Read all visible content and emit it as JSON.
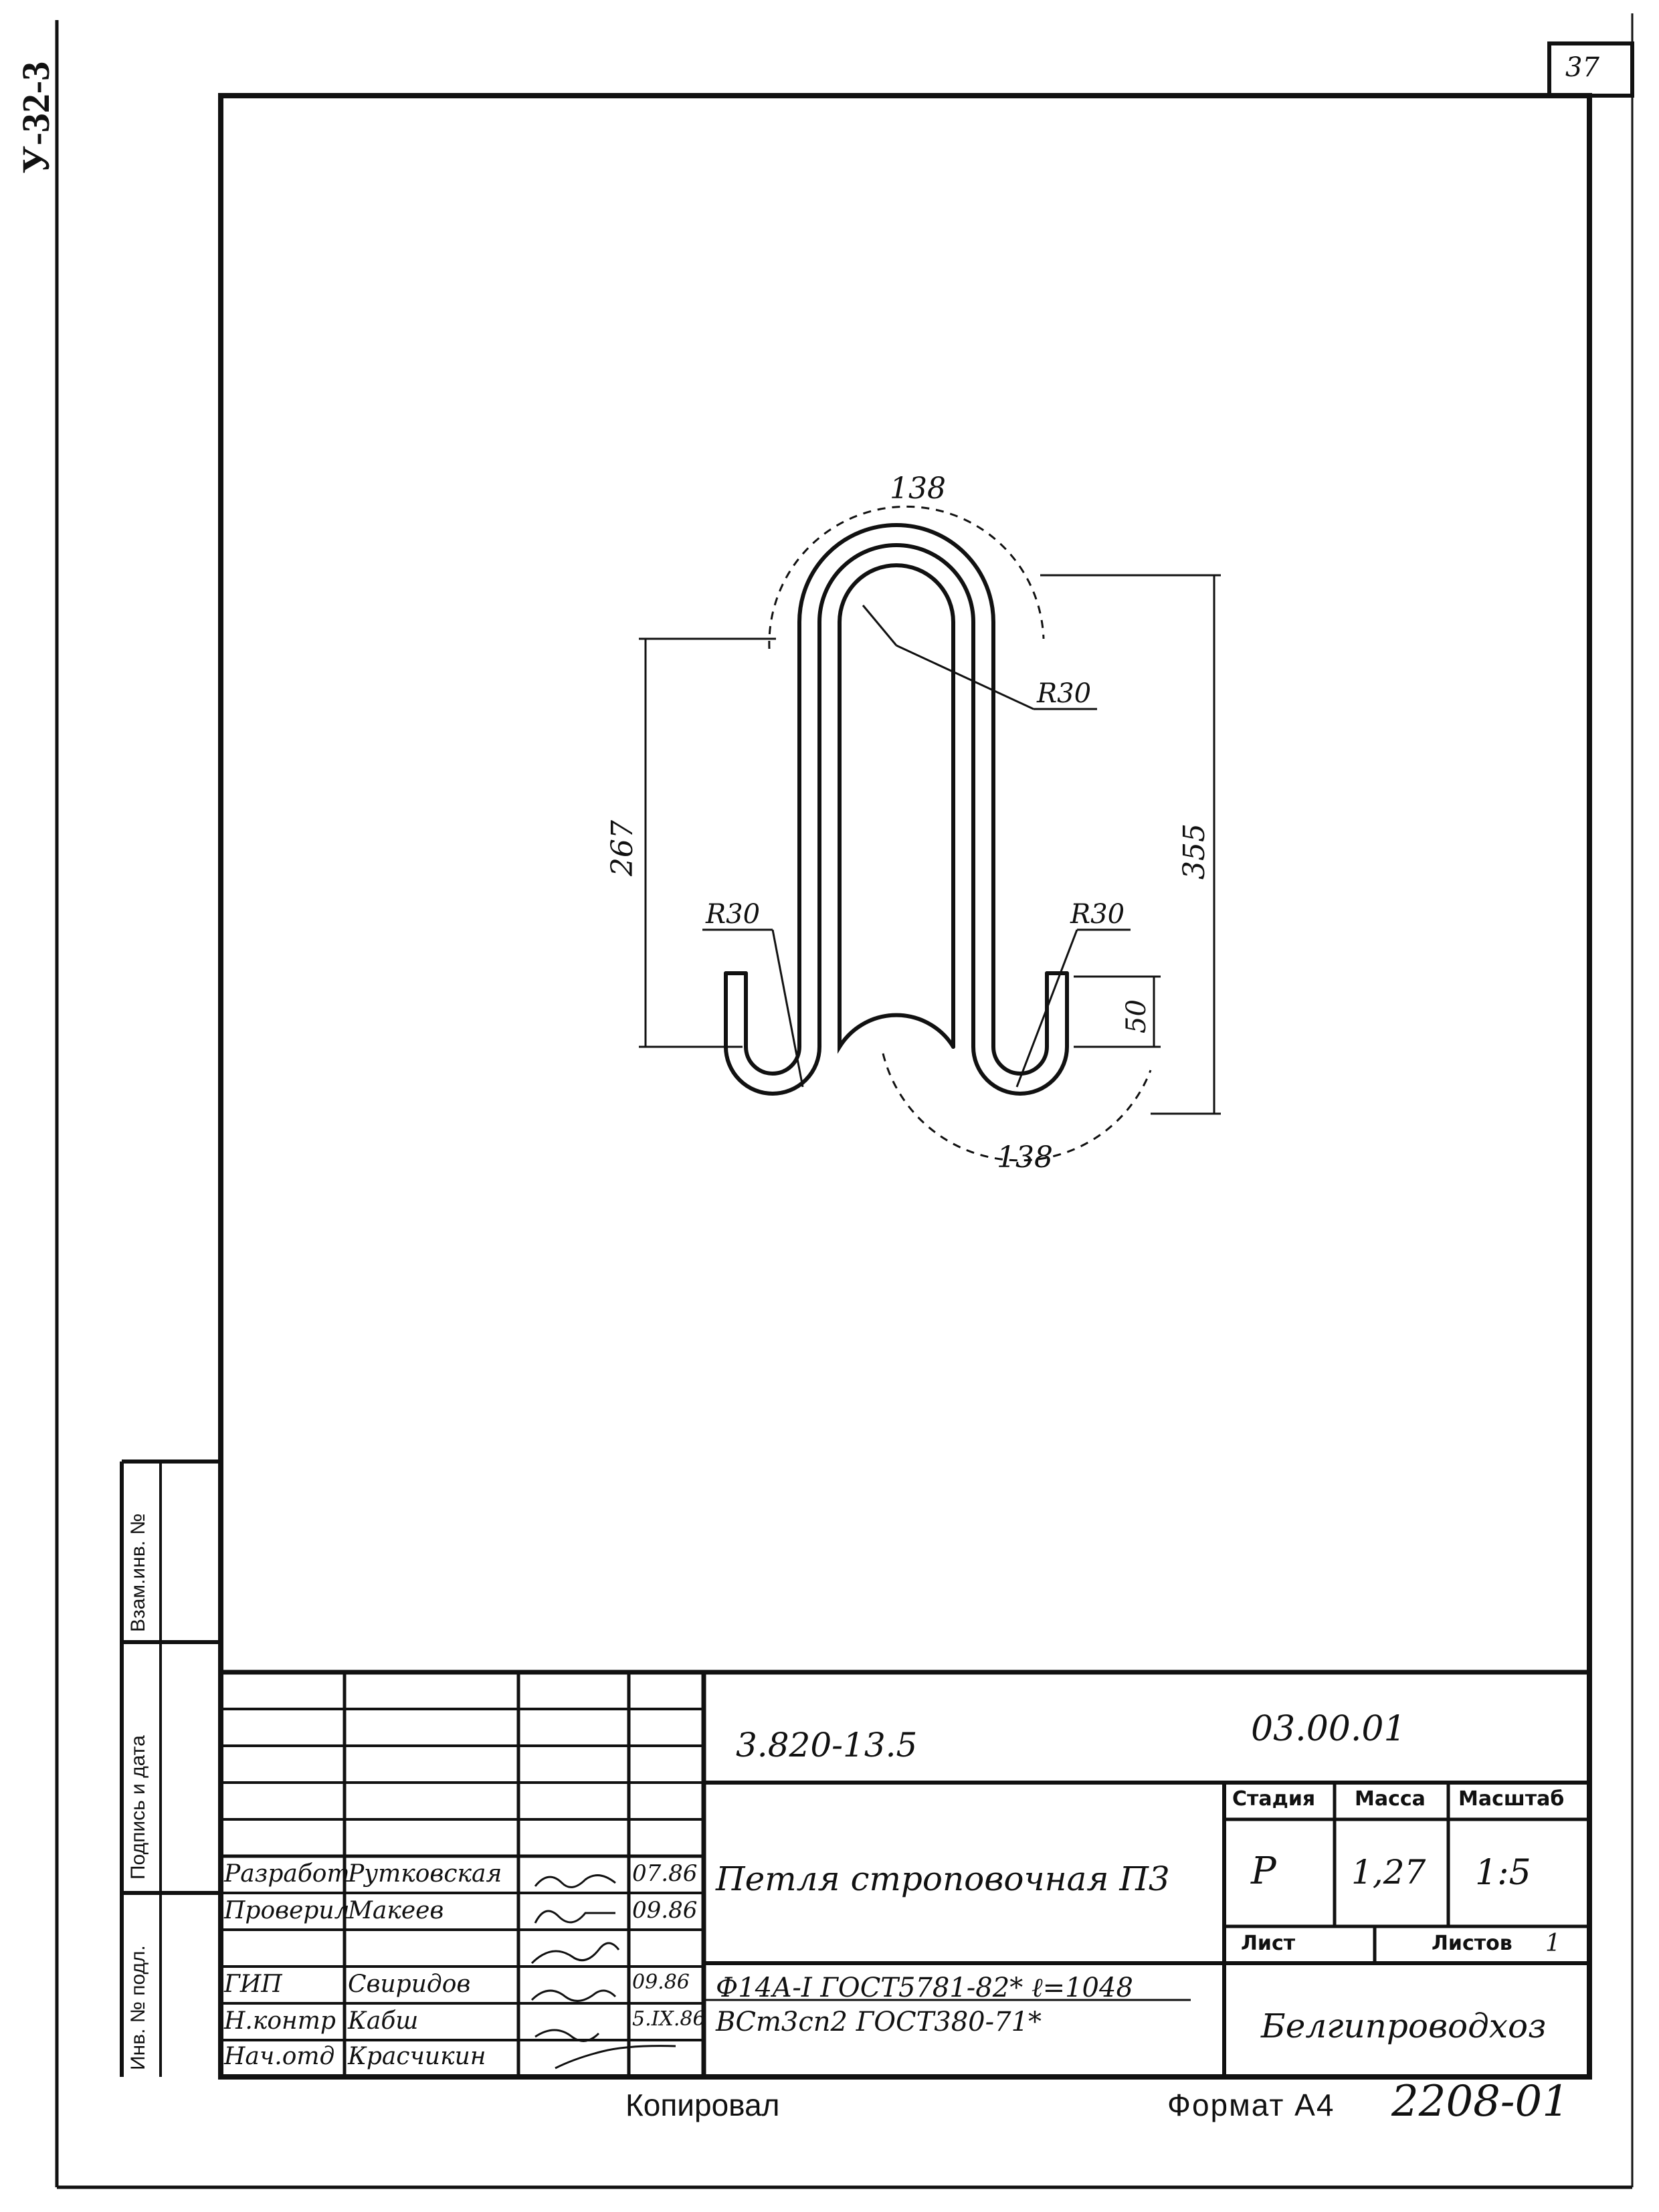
{
  "corner": {
    "stamp_id": "У-32-3",
    "sheet_number": "37"
  },
  "drawing": {
    "dim_top_arc": "138",
    "dim_bottom_arc": "138",
    "dim_radius_top": "R30",
    "dim_radius_left": "R30",
    "dim_radius_right": "R30",
    "dim_left_height": "267",
    "dim_right_height": "355",
    "dim_hook": "50"
  },
  "side_columns": {
    "inv_podl": "Инв. № подл.",
    "podpis_data": "Подпись и дата",
    "vzam_inv": "Взам.инв. №"
  },
  "title_block": {
    "designation": "3.820-13.5",
    "designation_code": "03.00.01",
    "part_name": "Петля строповочная П3",
    "material_line1": "Ф14А-I ГОСТ5781-82* ℓ=1048",
    "material_line2": "ВСт3сп2 ГОСТ380-71*",
    "stage_header": "Стадия",
    "mass_header": "Масса",
    "scale_header": "Масштаб",
    "stage_value": "Р",
    "mass_value": "1,27",
    "scale_value": "1:5",
    "sheet_label": "Лист",
    "sheets_label": "Листов",
    "sheets_value": "1",
    "organization": "Белгипроводхоз",
    "signatures": [
      {
        "role": "Разработ",
        "name": "Рутковская",
        "date": "07.86"
      },
      {
        "role": "Проверил",
        "name": "Макеев",
        "date": "09.86"
      },
      {
        "role": "",
        "name": "",
        "date": ""
      },
      {
        "role": "ГИП",
        "name": "Свиридов",
        "date": "09.86"
      },
      {
        "role": "Н.контр",
        "name": "Кабш",
        "date": "5.IX.86"
      },
      {
        "role": "Нач.отд",
        "name": "Красчикин",
        "date": ""
      }
    ]
  },
  "footer": {
    "copied": "Копировал",
    "format": "Формат А4",
    "doc_number": "2208-01"
  }
}
